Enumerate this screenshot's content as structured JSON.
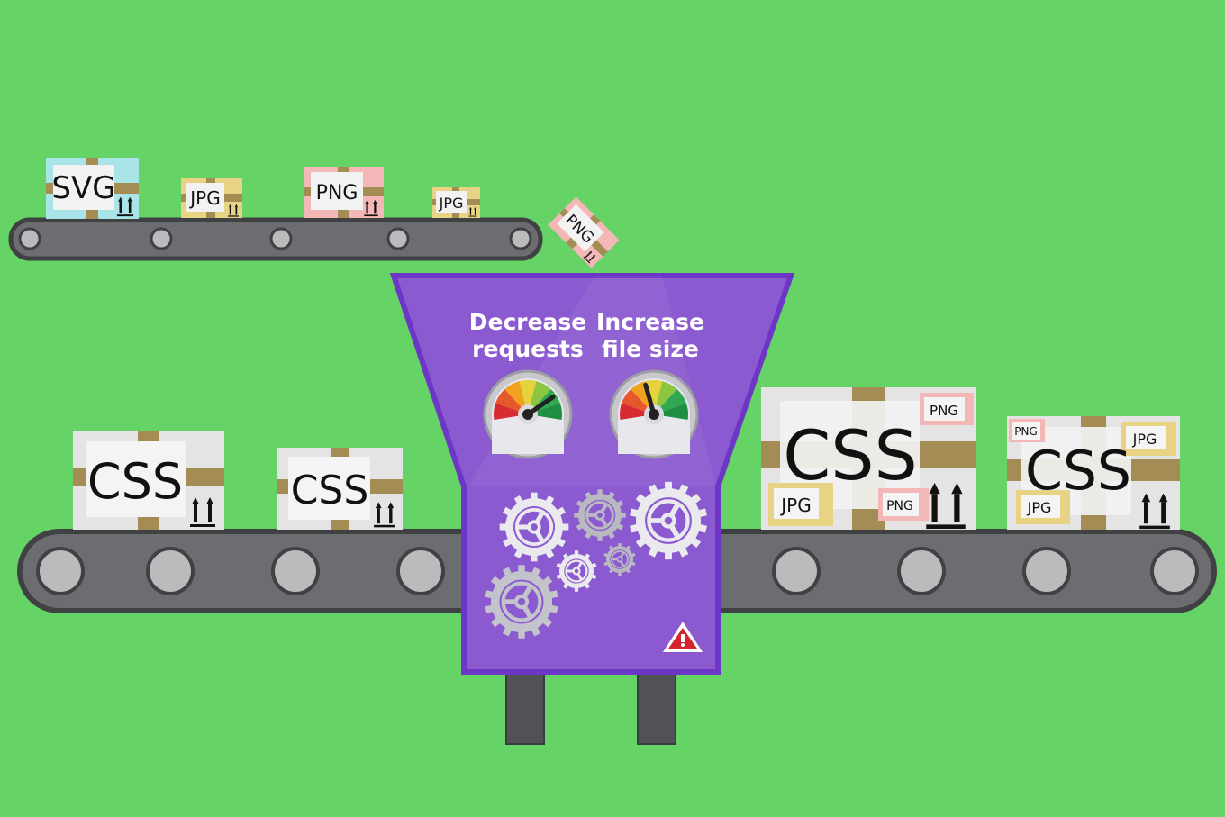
{
  "colors": {
    "background": "#65d366",
    "belt": "#6b6d70",
    "belt_outline": "#3f4143",
    "roller": "#b9bbbd",
    "machine": "#8c5ad0",
    "machine_border": "#6e36c6",
    "legs": "#505256",
    "svg_box": "#a9e4e8",
    "jpg_box": "#e8d284",
    "png_box": "#f4b7b7",
    "css_box": "#e4e4e4",
    "tape": "#a38d55",
    "gear": "#e9e9ee"
  },
  "top_belt": {
    "boxes": [
      {
        "label": "SVG"
      },
      {
        "label": "JPG"
      },
      {
        "label": "PNG"
      },
      {
        "label": "JPG"
      }
    ],
    "falling_box": {
      "label": "PNG"
    }
  },
  "machine": {
    "gauge_left": {
      "line1": "Decrease",
      "line2": "requests",
      "level": 0.78
    },
    "gauge_right": {
      "line1": "Increase",
      "line2": "file size",
      "level": 0.42
    },
    "warning_icon": "warning-triangle-icon",
    "gear_icon": "gear-icon"
  },
  "input_boxes": [
    {
      "label": "CSS"
    },
    {
      "label": "CSS"
    }
  ],
  "output_boxes": [
    {
      "label": "CSS",
      "stickers": [
        "PNG",
        "JPG",
        "PNG"
      ]
    },
    {
      "label": "CSS",
      "stickers": [
        "PNG",
        "JPG",
        "JPG"
      ]
    }
  ]
}
